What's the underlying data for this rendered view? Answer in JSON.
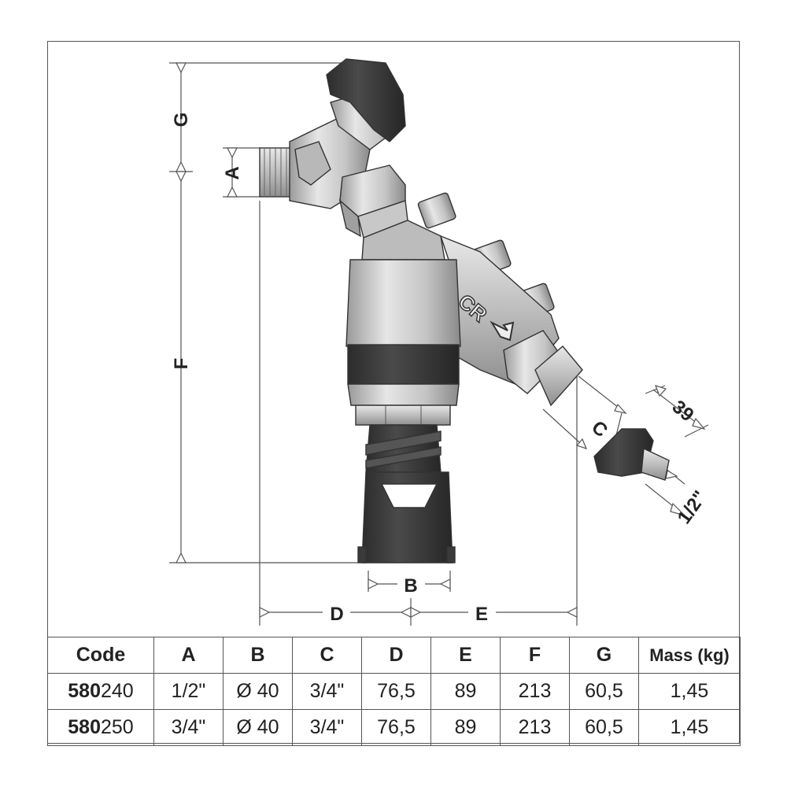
{
  "dimensions": {
    "A": "A",
    "B": "B",
    "C": "C",
    "D": "D",
    "E": "E",
    "F": "F",
    "G": "G",
    "side_dim": "39",
    "side_thread": "1/2\""
  },
  "logo_text": "CR",
  "table": {
    "headers": [
      "Code",
      "A",
      "B",
      "C",
      "D",
      "E",
      "F",
      "G",
      "Mass (kg)"
    ],
    "rows": [
      {
        "code_prefix": "580",
        "code_suffix": "240",
        "cells": [
          "1/2\"",
          "Ø 40",
          "3/4\"",
          "76,5",
          "89",
          "213",
          "60,5",
          "1,45"
        ]
      },
      {
        "code_prefix": "580",
        "code_suffix": "250",
        "cells": [
          "3/4\"",
          "Ø 40",
          "3/4\"",
          "76,5",
          "89",
          "213",
          "60,5",
          "1,45"
        ]
      }
    ]
  },
  "colors": {
    "body_light": "#d4d4d4",
    "body_mid": "#a8a8a8",
    "dark": "#3a3a3a",
    "line": "#555555"
  }
}
